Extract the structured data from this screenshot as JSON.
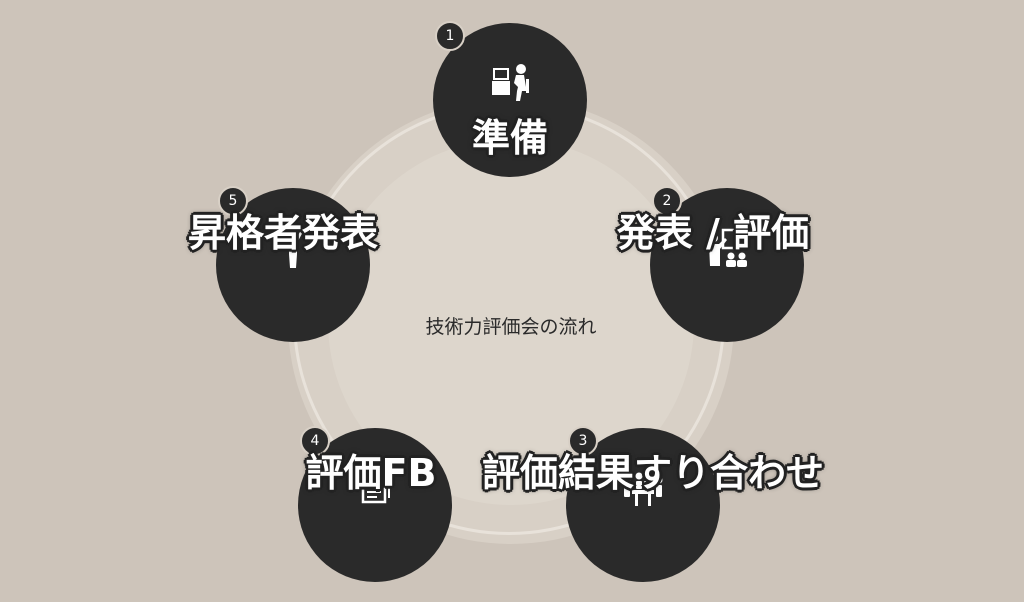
{
  "center_label": "技術力評価会の流れ",
  "steps": [
    {
      "number": "1",
      "label": "準備",
      "icon": "person-at-desk-icon"
    },
    {
      "number": "2",
      "label": "発表 / 評価",
      "icon": "presenter-icon"
    },
    {
      "number": "3",
      "label": "評価結果すり合わせ",
      "icon": "meeting-table-icon"
    },
    {
      "number": "4",
      "label": "評価FB",
      "icon": "document-icon"
    },
    {
      "number": "5",
      "label": "昇格者発表",
      "icon": "person-cheering-icon"
    }
  ],
  "colors": {
    "background": "#cdc4ba",
    "node": "#2a2a2a",
    "ring": "#d8d0c6",
    "text_on_node": "#ffffff"
  }
}
